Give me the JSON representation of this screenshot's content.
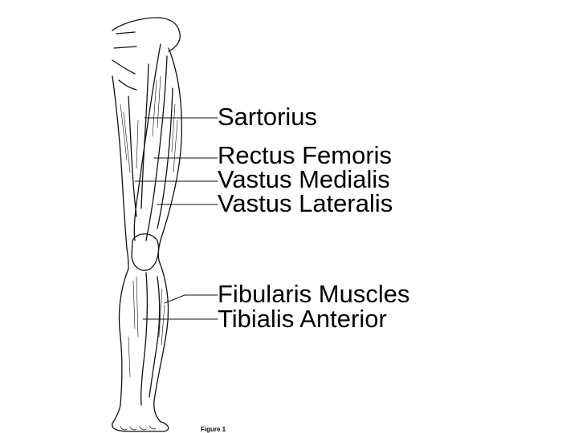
{
  "labels": [
    "Sartorius",
    "Rectus Femoris",
    "Vastus Medialis",
    "Vastus Lateralis",
    "Fibularis Muscles",
    "Tibialis Anterior"
  ],
  "figure_caption": "Figure 1"
}
